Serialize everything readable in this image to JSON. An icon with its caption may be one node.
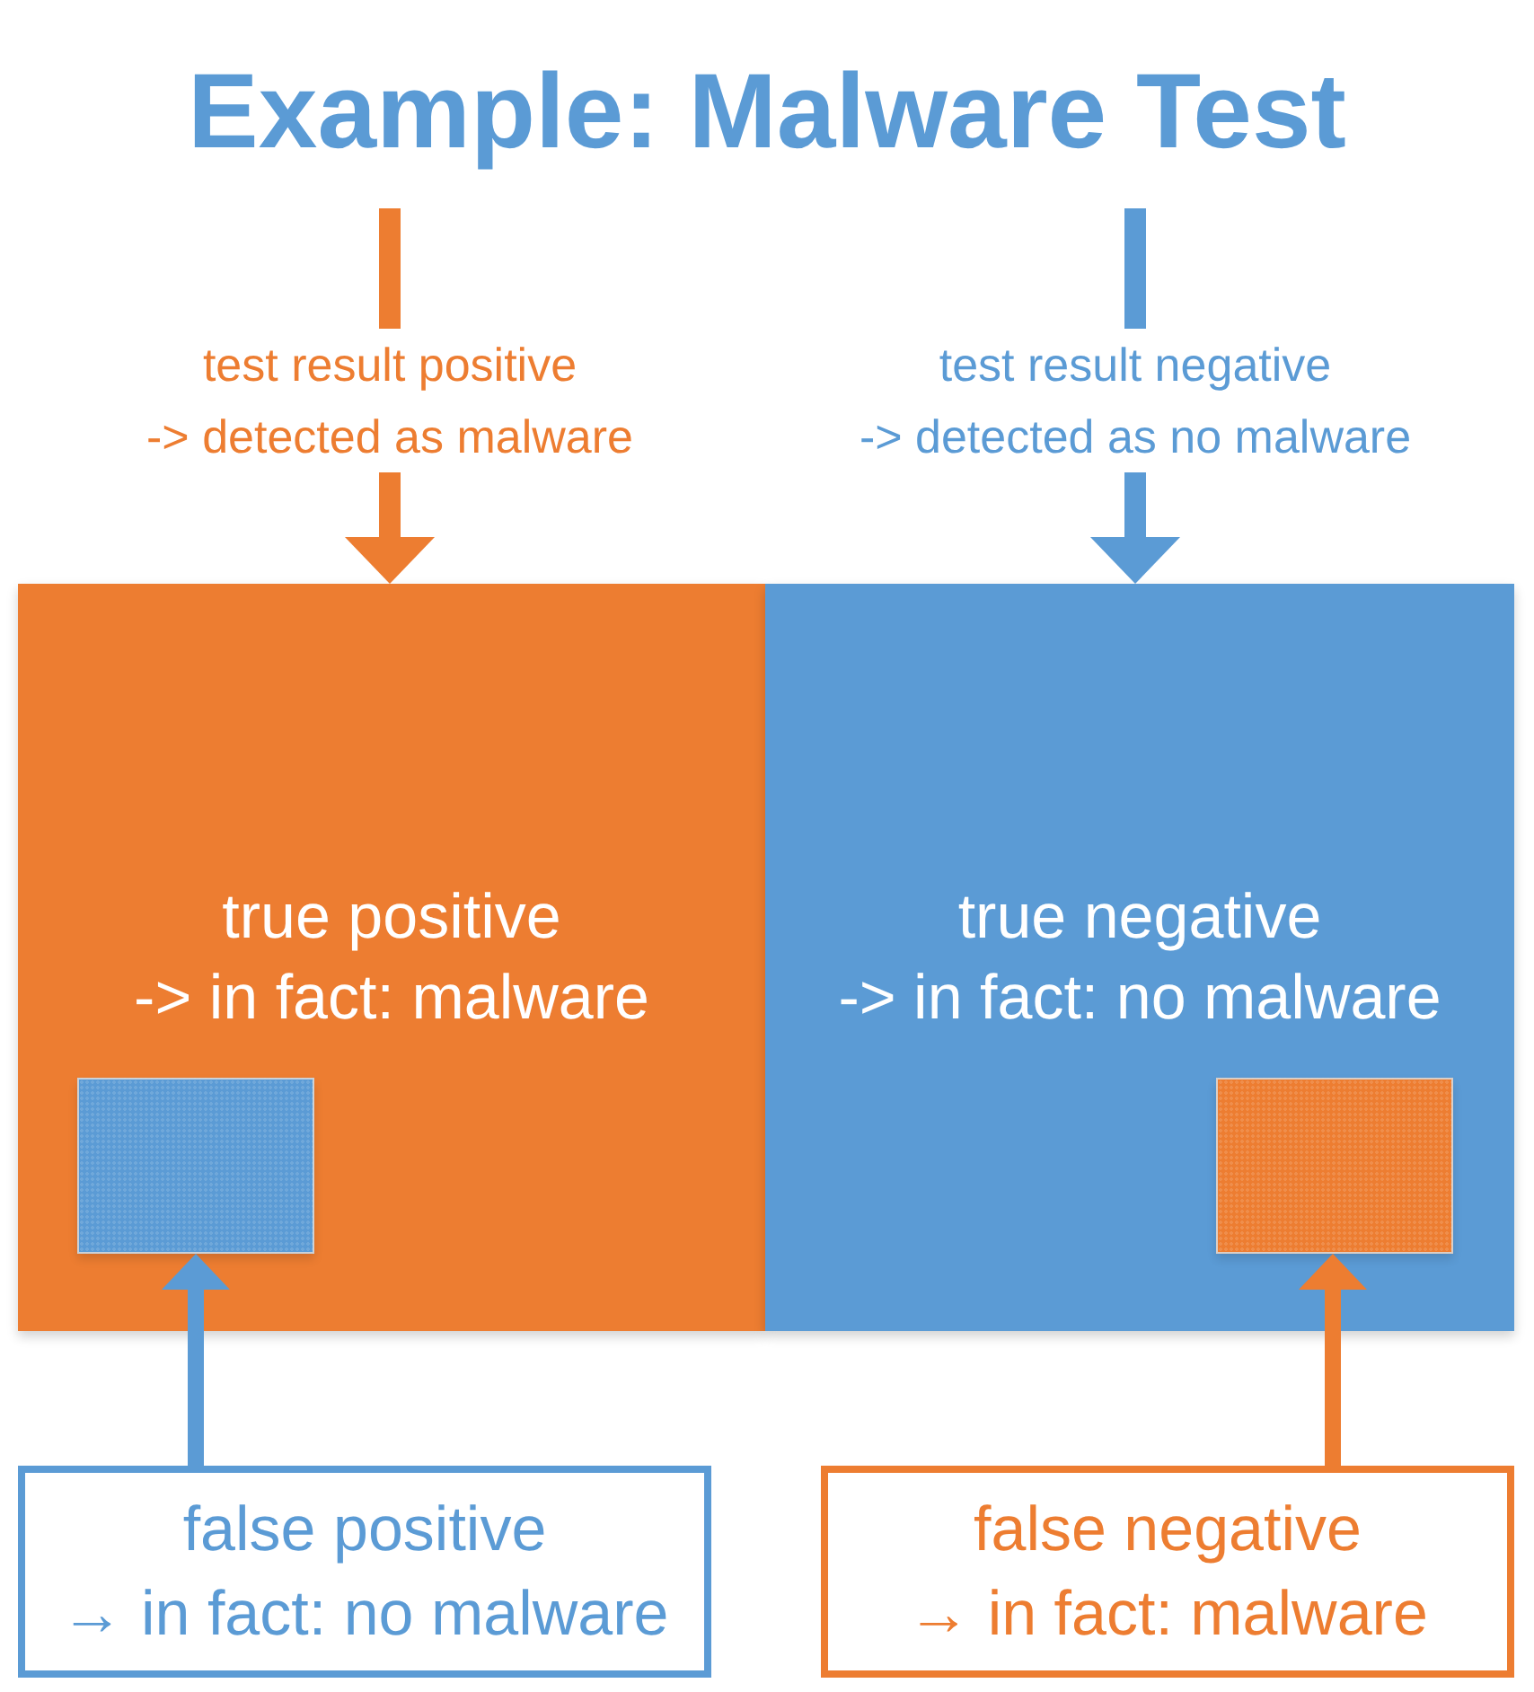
{
  "diagram": {
    "title": "Example: Malware Test",
    "nodes": [
      {
        "text": [
          "test result positive",
          "-> detected as malware"
        ]
      },
      {
        "text": [
          "test result negative",
          "-> detected as no malware"
        ]
      },
      {
        "text": [
          "true positive",
          "-> in fact: malware"
        ]
      },
      {
        "text": [],
        "shape": "box",
        "in": 2
      },
      {
        "text": [
          "true negative",
          "-> in fact: no malware"
        ]
      },
      {
        "text": [],
        "shape": "box",
        "in": 4
      },
      {
        "text": [
          "false positive",
          "→ in fact: no malware"
        ]
      },
      {
        "text": [
          "false negative",
          "→ in fact: malware"
        ]
      }
    ],
    "edges": [
      {
        "from": null,
        "to": 0,
        "arrow": "none",
        "color": "#ed7d31"
      },
      {
        "from": 0,
        "to": 2,
        "arrow": "to",
        "color": "#ed7d31"
      },
      {
        "from": null,
        "to": 1,
        "arrow": "none",
        "color": "#5b9bd5"
      },
      {
        "from": 1,
        "to": 4,
        "arrow": "to",
        "color": "#5b9bd5"
      },
      {
        "from": 6,
        "to": 3,
        "arrow": "to",
        "color": "#5b9bd5"
      },
      {
        "from": 7,
        "to": 5,
        "arrow": "to",
        "color": "#ed7d31"
      }
    ]
  }
}
